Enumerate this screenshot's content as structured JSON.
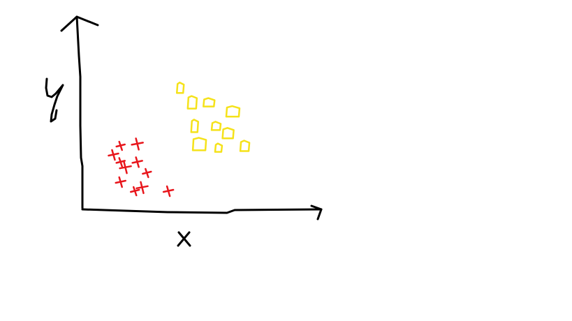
{
  "chart_data": {
    "type": "scatter",
    "title": "",
    "xlabel": "x",
    "ylabel": "y",
    "xlim": [
      0,
      10
    ],
    "ylim": [
      0,
      10
    ],
    "grid": false,
    "legend": "none",
    "series": [
      {
        "marker": "cross",
        "color": "#e8161c",
        "x": [
          1.6,
          1.3,
          2.3,
          1.6,
          2.3,
          1.8,
          2.7,
          1.6,
          2.5,
          2.2,
          3.6
        ],
        "y": [
          3.5,
          3.0,
          3.6,
          2.6,
          2.6,
          2.3,
          2.0,
          1.5,
          1.2,
          1.0,
          1.0
        ]
      },
      {
        "marker": "hollow-blob",
        "color": "#f5e21a",
        "x": [
          4.1,
          4.6,
          5.3,
          6.3,
          4.7,
          5.6,
          6.1,
          4.9,
          5.7,
          6.8
        ],
        "y": [
          6.7,
          5.9,
          5.9,
          5.4,
          4.6,
          4.6,
          4.2,
          3.6,
          3.4,
          3.5
        ]
      }
    ]
  }
}
